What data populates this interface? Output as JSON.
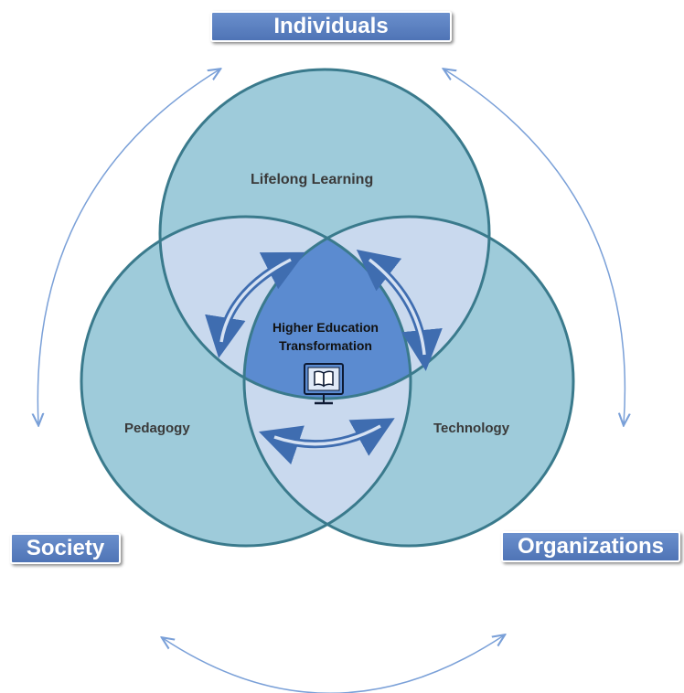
{
  "diagram": {
    "stakeholders": {
      "individuals": "Individuals",
      "society": "Society",
      "organizations": "Organizations"
    },
    "circles": {
      "top": "Lifelong Learning",
      "left": "Pedagogy",
      "right": "Technology"
    },
    "center": {
      "line1": "Higher Education",
      "line2": "Transformation",
      "icon": "book-monitor-icon"
    },
    "colors": {
      "circle_fill": "#9ecbda",
      "circle_stroke": "#3a7a8c",
      "pair_overlap": "#c9d9ee",
      "center_overlap": "#5b8bd0",
      "stakeholder_box": "#5a7fc0",
      "arrow": "#3f6db0",
      "outer_arrow": "#7aa0d8"
    }
  }
}
